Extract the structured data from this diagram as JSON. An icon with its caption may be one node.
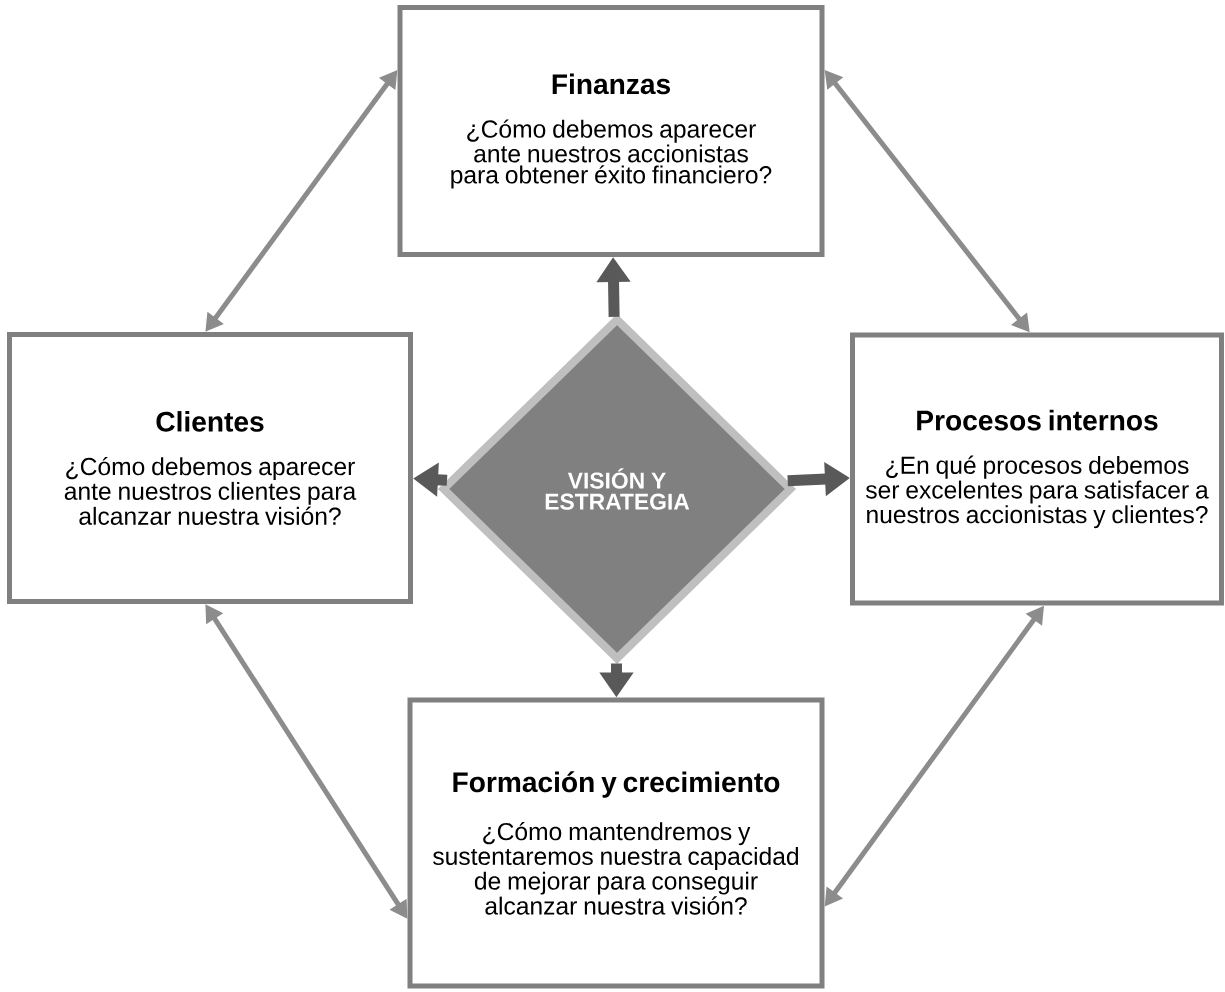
{
  "diagram": {
    "nodes": [
      {
        "text": [
          "Finanzas",
          "¿Cómo debemos aparecer ante nuestros accionistas para obtener éxito financiero?"
        ]
      },
      {
        "text": [
          "Clientes",
          "¿Cómo debemos aparecer ante nuestros clientes para alcanzar nuestra visión?"
        ]
      },
      {
        "text": [
          "VISIÓN Y ESTRATEGIA"
        ]
      },
      {
        "text": [
          "Procesos internos",
          "¿En qué procesos debemos ser excelentes para satisfacer a nuestros accionistas y clientes?"
        ]
      },
      {
        "text": [
          "Formación y crecimiento",
          "¿Cómo mantendremos y sustentaremos nuestra capacidad de mejorar para conseguir alcanzar nuestra visión?"
        ]
      }
    ],
    "edges": [
      {
        "from": 2,
        "to": 0,
        "arrow": "to",
        "style": "thick",
        "color": "#595959"
      },
      {
        "from": 2,
        "to": 1,
        "arrow": "to",
        "style": "thick",
        "color": "#595959"
      },
      {
        "from": 2,
        "to": 3,
        "arrow": "to",
        "style": "thick",
        "color": "#595959"
      },
      {
        "from": 2,
        "to": 4,
        "arrow": "to",
        "style": "thick",
        "color": "#595959"
      },
      {
        "from": 0,
        "to": 1,
        "arrow": "both"
      },
      {
        "from": 0,
        "to": 3,
        "arrow": "both"
      },
      {
        "from": 1,
        "to": 4,
        "arrow": "both"
      },
      {
        "from": 3,
        "to": 4,
        "arrow": "both"
      }
    ]
  }
}
